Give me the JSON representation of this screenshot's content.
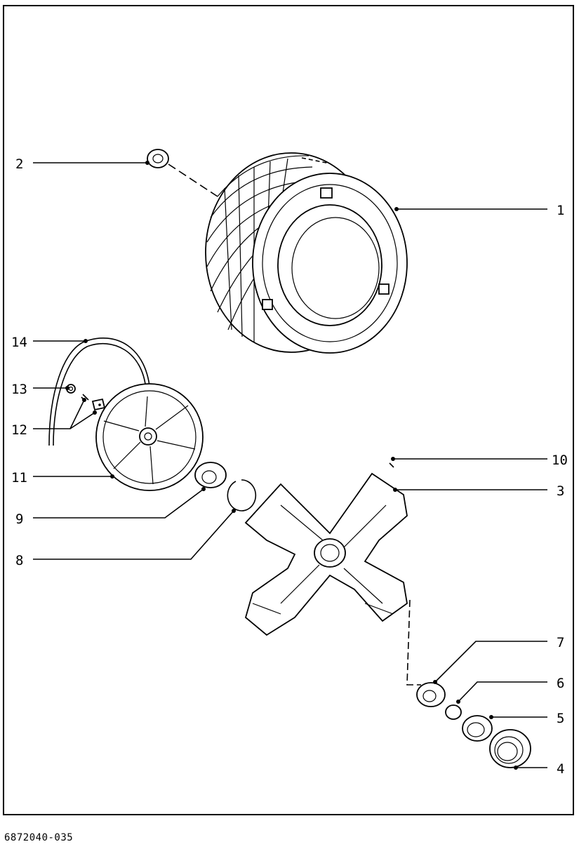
{
  "document": {
    "id": "6872040-035"
  },
  "callouts": [
    {
      "number": "1",
      "part": "drum"
    },
    {
      "number": "2",
      "part": "seal"
    },
    {
      "number": "3",
      "part": "spider-cross"
    },
    {
      "number": "4",
      "part": "bearing-seal"
    },
    {
      "number": "5",
      "part": "bearing"
    },
    {
      "number": "6",
      "part": "washer"
    },
    {
      "number": "7",
      "part": "bearing"
    },
    {
      "number": "8",
      "part": "circlip"
    },
    {
      "number": "9",
      "part": "bearing"
    },
    {
      "number": "10",
      "part": "screw"
    },
    {
      "number": "11",
      "part": "pulley"
    },
    {
      "number": "12",
      "part": "screw-and-clip"
    },
    {
      "number": "13",
      "part": "nut"
    },
    {
      "number": "14",
      "part": "belt"
    }
  ]
}
